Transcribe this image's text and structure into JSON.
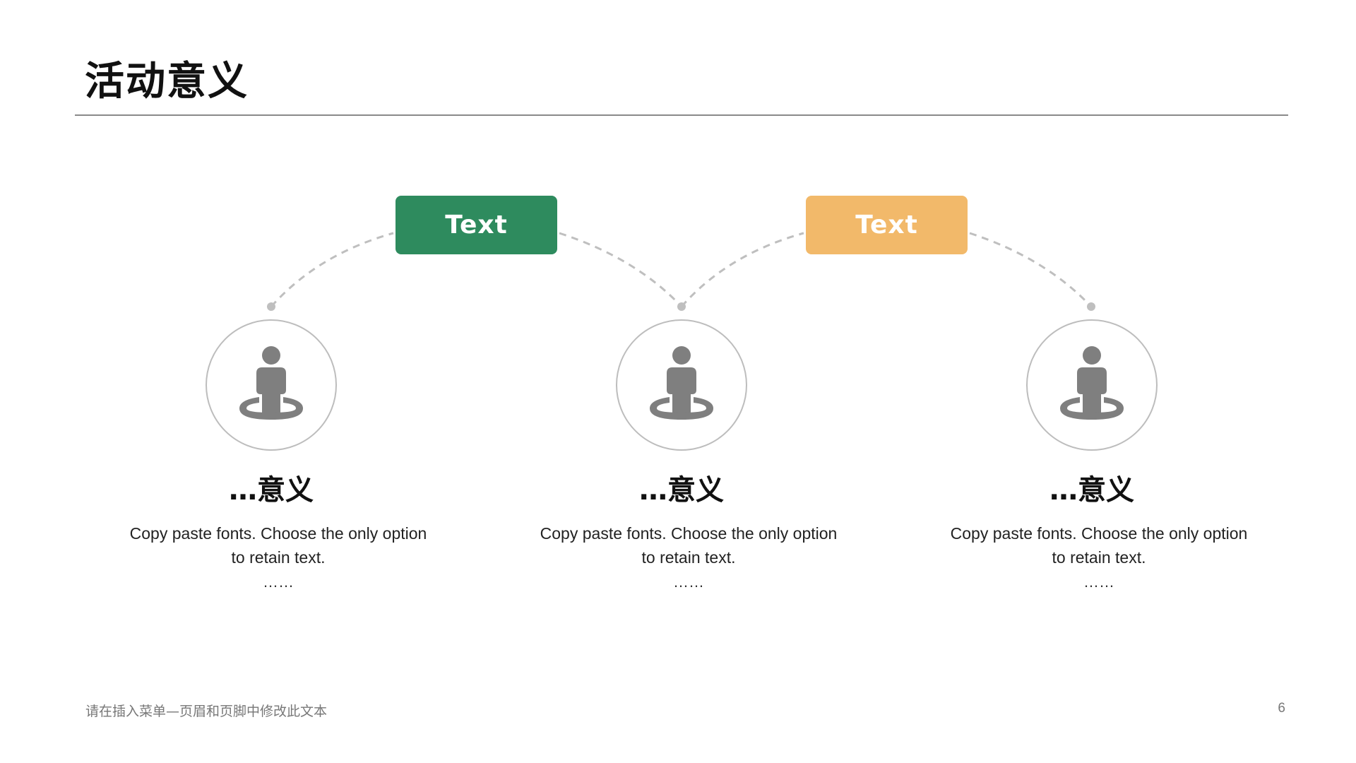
{
  "slide": {
    "title": "活动意义",
    "labels": [
      {
        "text": "Text",
        "color": "#2e8b5e"
      },
      {
        "text": "Text",
        "color": "#f2b96a"
      }
    ],
    "items": [
      {
        "icon": "person-location-icon",
        "heading": "…意义",
        "body_line1": "Copy paste fonts. Choose the only option",
        "body_line2": "to retain text.",
        "ellipsis": "……"
      },
      {
        "icon": "person-location-icon",
        "heading": "…意义",
        "body_line1": "Copy paste fonts. Choose the only option",
        "body_line2": "to retain text.",
        "ellipsis": "……"
      },
      {
        "icon": "person-location-icon",
        "heading": "…意义",
        "body_line1": "Copy paste fonts. Choose the only option",
        "body_line2": "to retain text.",
        "ellipsis": "……"
      }
    ],
    "footer": "请在插入菜单—页眉和页脚中修改此文本",
    "page_number": "6",
    "colors": {
      "icon": "#7f7f7f",
      "connector": "#bfbfbf"
    }
  }
}
